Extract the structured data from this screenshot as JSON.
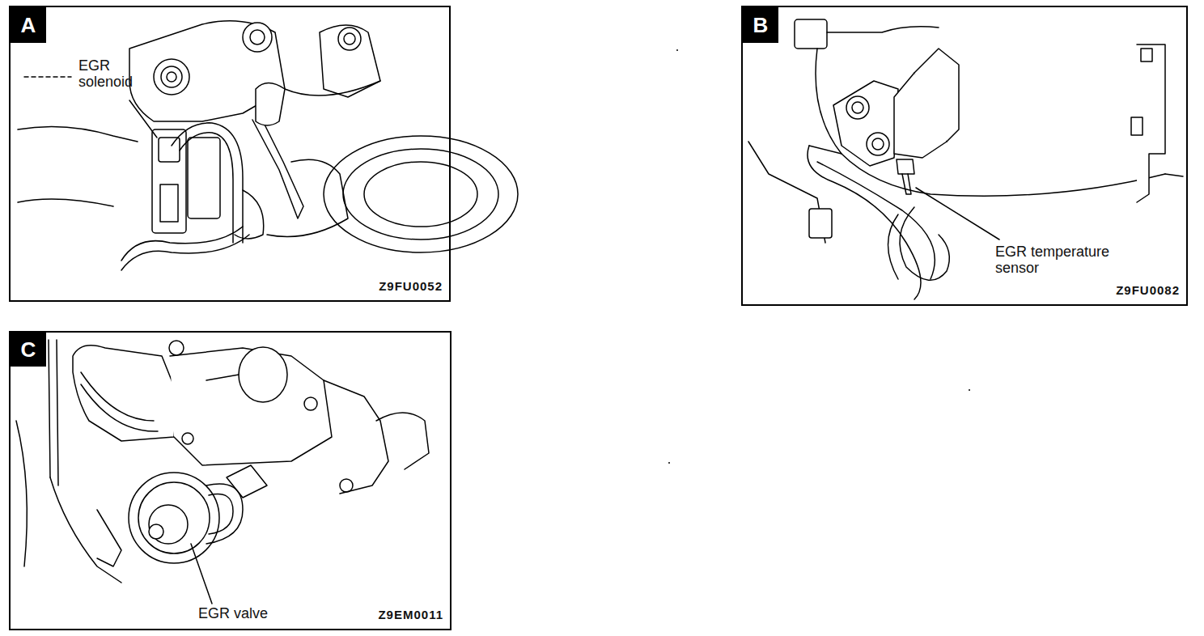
{
  "diagram": {
    "nodes": [
      {
        "text": [
          "A",
          "EGR solenoid",
          "Z9FU0052"
        ]
      },
      {
        "text": [
          "B",
          "EGR temperature sensor",
          "Z9FU0082"
        ]
      },
      {
        "text": [
          "C",
          "EGR valve",
          "Z9EM0011"
        ]
      }
    ]
  }
}
